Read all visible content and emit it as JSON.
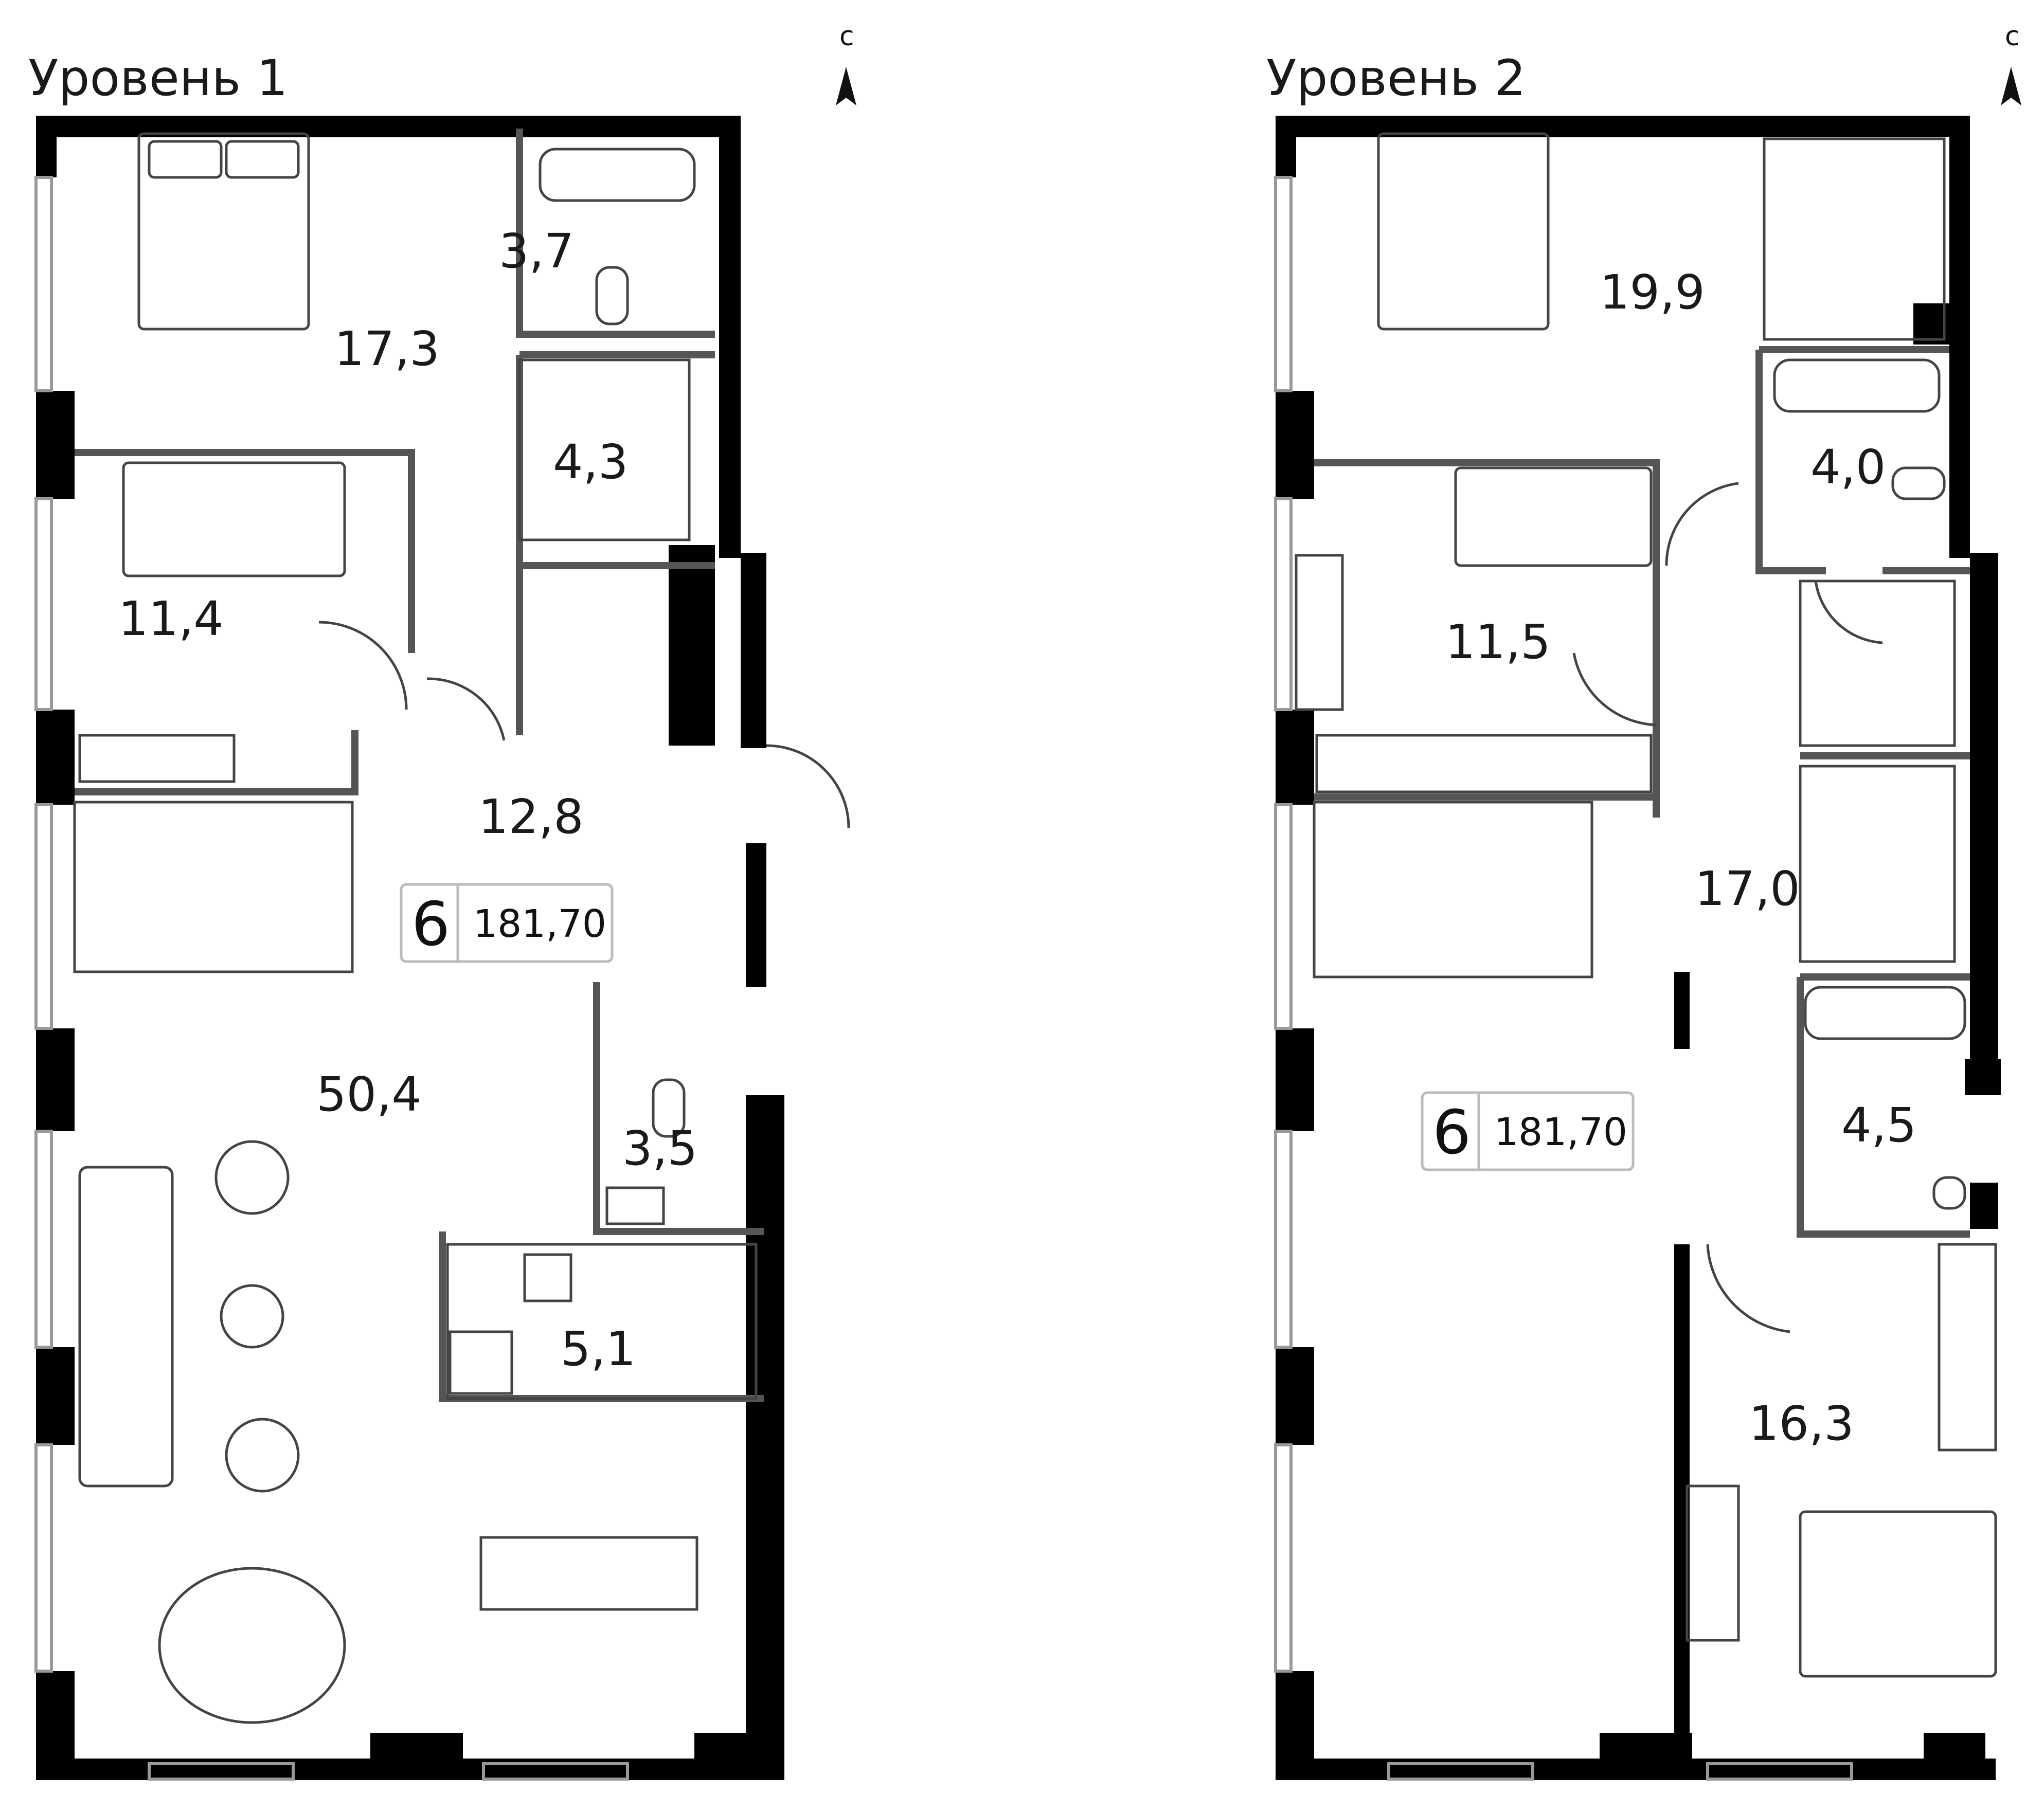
{
  "levels": [
    {
      "title": "Уровень 1",
      "north_label": "с",
      "rooms": [
        {
          "id": "bath",
          "label": "3,7"
        },
        {
          "id": "bedroom",
          "label": "17,3"
        },
        {
          "id": "wardrobe",
          "label": "4,3"
        },
        {
          "id": "study",
          "label": "11,4"
        },
        {
          "id": "hall",
          "label": "12,8"
        },
        {
          "id": "living",
          "label": "50,4"
        },
        {
          "id": "wc",
          "label": "3,5"
        },
        {
          "id": "kitchen",
          "label": "5,1"
        }
      ],
      "badge": {
        "rooms": "6",
        "area": "181,70"
      }
    },
    {
      "title": "Уровень 2",
      "north_label": "с",
      "rooms": [
        {
          "id": "master",
          "label": "19,9"
        },
        {
          "id": "bath-top",
          "label": "4,0"
        },
        {
          "id": "bedroom-small",
          "label": "11,5"
        },
        {
          "id": "corridor",
          "label": "17,0"
        },
        {
          "id": "bath-mid",
          "label": "4,5"
        },
        {
          "id": "bedroom-low",
          "label": "16,3"
        }
      ],
      "badge": {
        "rooms": "6",
        "area": "181,70"
      }
    }
  ],
  "colors": {
    "wall": "#000000",
    "partition": "#555555",
    "line": "#999999",
    "furniture": "#444444"
  }
}
